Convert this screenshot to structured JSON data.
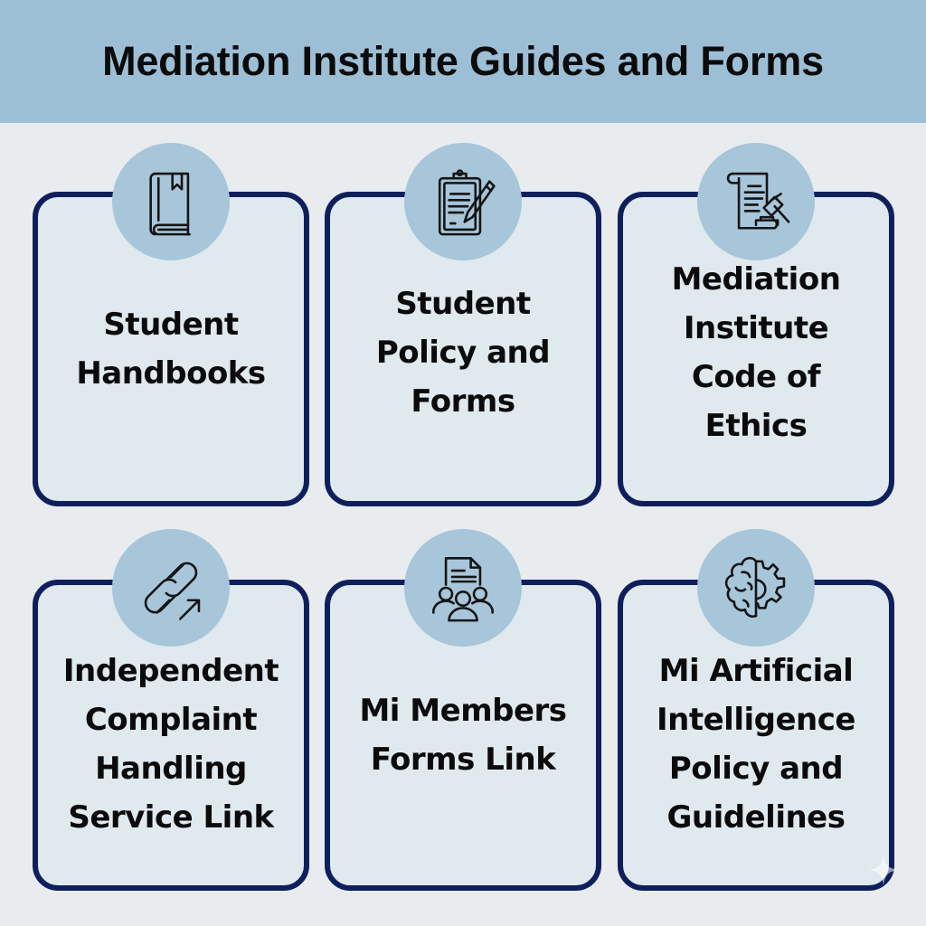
{
  "header": {
    "title": "Mediation Institute Guides and Forms",
    "background_color": "#9dbfd6"
  },
  "colors": {
    "page_background": "#e9ecef",
    "card_background": "#dfe9ee",
    "card_border": "#0f1f5c",
    "icon_circle": "#a7c6da",
    "text": "#0b0b0b"
  },
  "cards": [
    {
      "label": "Student\nHandbooks",
      "icon": "book-bookmark-icon"
    },
    {
      "label": "Student\nPolicy and\nForms",
      "icon": "clipboard-pen-icon"
    },
    {
      "label": "Mediation\nInstitute\nCode of\nEthics",
      "icon": "scroll-gavel-icon"
    },
    {
      "label": "Independent\nComplaint\nHandling\nService Link",
      "icon": "chain-link-external-icon"
    },
    {
      "label": "Mi Members\nForms Link",
      "icon": "document-group-icon"
    },
    {
      "label": "Mi Artificial\nIntelligence\nPolicy and\nGuidelines",
      "icon": "brain-gear-icon"
    }
  ]
}
